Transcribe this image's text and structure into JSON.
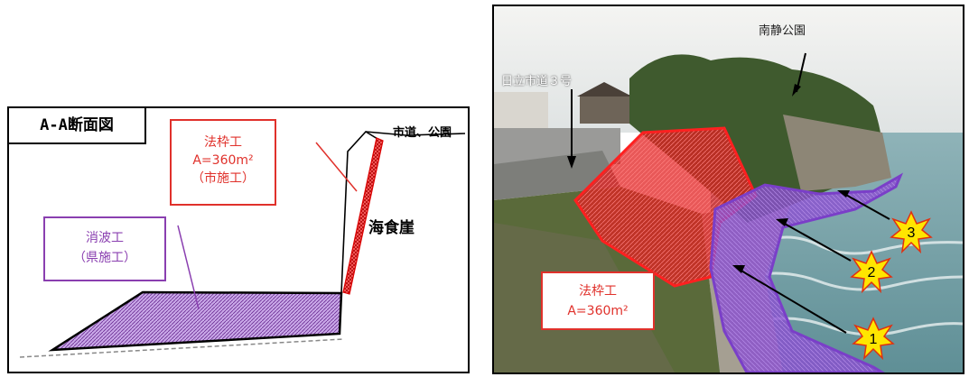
{
  "section_diagram": {
    "title": "A-A断面図",
    "frame_work": {
      "line1": "法枠工",
      "line2": "A=360m²",
      "line3": "（市施工）"
    },
    "wave_work": {
      "line1": "消波工",
      "line2": "（県施工）"
    },
    "cliff_label": "海食崖",
    "road_label": "市道、公園"
  },
  "photo": {
    "park_label": "南静公園",
    "road_label": "日立市道３号",
    "frame_work": {
      "line1": "法枠工",
      "line2": "A=360m²"
    },
    "markers": [
      "3",
      "2",
      "1"
    ]
  },
  "colors": {
    "frame_red": "#e0312b",
    "wave_purple": "#8a3fb0"
  }
}
